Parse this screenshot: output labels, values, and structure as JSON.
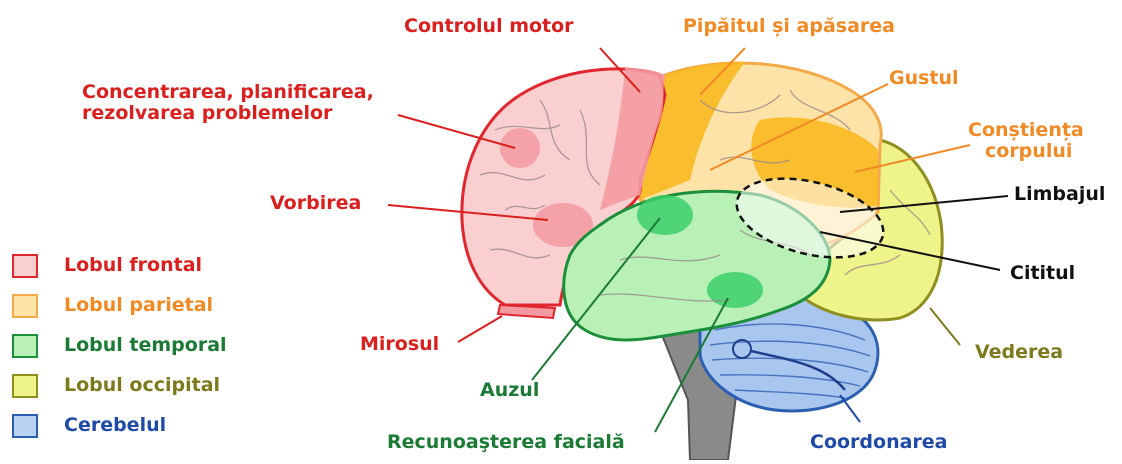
{
  "labels": {
    "controlul_motor": "Controlul motor",
    "pipaitul": "Pipăitul și apăsarea",
    "concentrarea_1": "Concentrarea, planificarea,",
    "concentrarea_2": "rezolvarea problemelor",
    "gustul": "Gustul",
    "constienta_1": "Conștiența",
    "constienta_2": "corpului",
    "limbajul": "Limbajul",
    "vorbirea": "Vorbirea",
    "cititul": "Cititul",
    "mirosul": "Mirosul",
    "auzul": "Auzul",
    "vederea": "Vederea",
    "recunoasterea": "Recunoaşterea facială",
    "coordonarea": "Coordonarea"
  },
  "legend": [
    {
      "text": "Lobul frontal",
      "fill": "#f9cfd0",
      "border": "#e0262e",
      "color": "#d9201f"
    },
    {
      "text": "Lobul parietal",
      "fill": "#fde3a7",
      "border": "#f4a94a",
      "color": "#f08a24"
    },
    {
      "text": "Lobul temporal",
      "fill": "#b8f0b6",
      "border": "#1c8f3a",
      "color": "#1b7a34"
    },
    {
      "text": "Lobul occipital",
      "fill": "#eef38a",
      "border": "#8f8f1f",
      "color": "#7d7a1c"
    },
    {
      "text": "Cerebelul",
      "fill": "#b9d3f3",
      "border": "#2c5fb0",
      "color": "#1f4aa8"
    }
  ],
  "colors": {
    "frontal_text": "#d9201f",
    "parietal_text": "#f08a24",
    "temporal_text": "#1b7a34",
    "occipital_text": "#7d7a1c",
    "cerebellum_text": "#1f4aa8",
    "black_text": "#111111"
  }
}
